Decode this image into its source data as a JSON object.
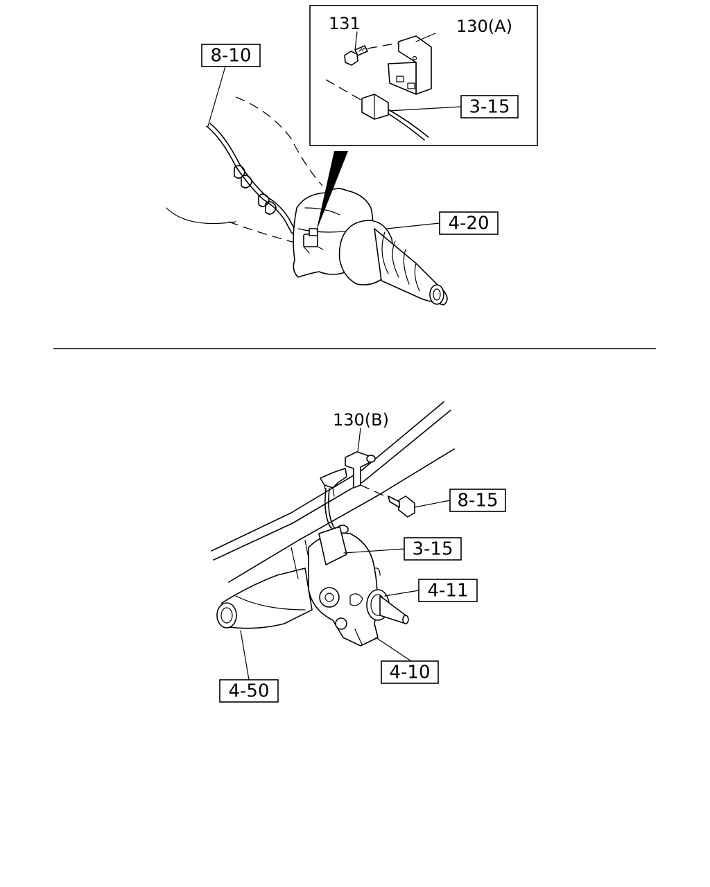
{
  "top_view": {
    "callouts": {
      "harness_ref": "8-10",
      "transmission_ref": "4-20",
      "sensor_ref": "3-15"
    },
    "inset": {
      "bolt_label": "131",
      "bracket_label": "130(A)"
    }
  },
  "bottom_view": {
    "bracket_label": "130(B)",
    "callouts": {
      "bolt_ref": "8-15",
      "sensor_ref": "3-15",
      "hub_ref": "4-11",
      "knuckle_ref": "4-10",
      "axle_ref": "4-50"
    }
  }
}
